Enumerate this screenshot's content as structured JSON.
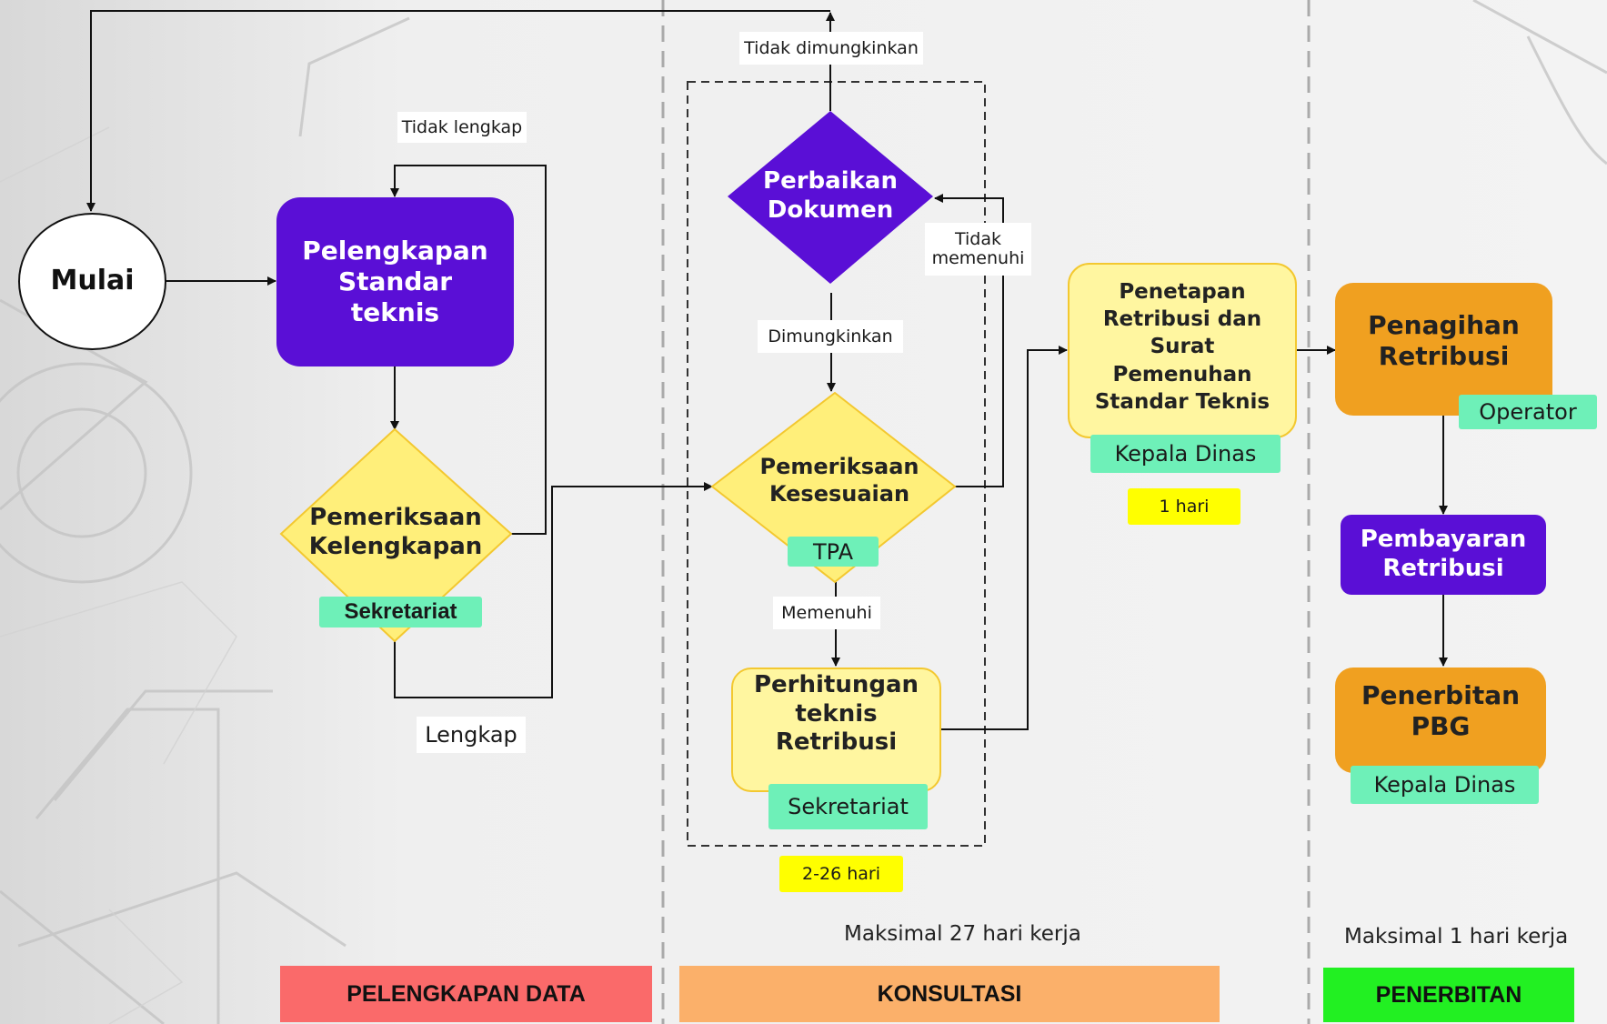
{
  "start": {
    "label": "Mulai"
  },
  "nodes": {
    "pelengkapan_standar": "Pelengkapan\nStandar\nteknis",
    "pemeriksaan_kelengkapan": "Pemeriksaan\nKelengkapan",
    "perbaikan_dokumen": "Perbaikan\nDokumen",
    "pemeriksaan_kesesuaian": "Pemeriksaan\nKesesuaian",
    "perhitungan_retribusi": "Perhitungan\nteknis Retribusi",
    "penetapan_retribusi": "Penetapan\nRetribusi dan\nSurat\nPemenuhan\nStandar Teknis",
    "penagihan_retribusi": "Penagihan\nRetribusi",
    "pembayaran_retribusi": "Pembayaran\nRetribusi",
    "penerbitan_pbg": "Penerbitan\nPBG"
  },
  "roles": {
    "sekretariat_kelengkapan": "Sekretariat",
    "tpa": "TPA",
    "sekretariat_perhitungan": "Sekretariat",
    "kepala_dinas_penetapan": "Kepala Dinas",
    "operator": "Operator",
    "kepala_dinas_penerbitan": "Kepala Dinas"
  },
  "durations": {
    "penetapan": "1 hari",
    "konsultasi": "2-26 hari"
  },
  "edge_labels": {
    "tidak_lengkap": "Tidak lengkap",
    "lengkap": "Lengkap",
    "tidak_dimungkinkan": "Tidak dimungkinkan",
    "dimungkinkan": "Dimungkinkan",
    "tidak_memenuhi": "Tidak\nmemenuhi",
    "memenuhi": "Memenuhi"
  },
  "notes": {
    "maks_konsultasi": "Maksimal 27 hari kerja",
    "maks_penerbitan": "Maksimal 1 hari kerja"
  },
  "phases": [
    {
      "label": "PELENGKAPAN DATA",
      "color": "#fa6a6a"
    },
    {
      "label": "KONSULTASI",
      "color": "#fbb06a"
    },
    {
      "label": "PENERBITAN",
      "color": "#22f022"
    }
  ],
  "colors": {
    "process_purple": "#5a0fd6",
    "decision_yellow": "#ffef7a",
    "process_orange": "#f0a020",
    "role_green": "#6ef0b8",
    "duration_yellow": "#ffff00"
  }
}
